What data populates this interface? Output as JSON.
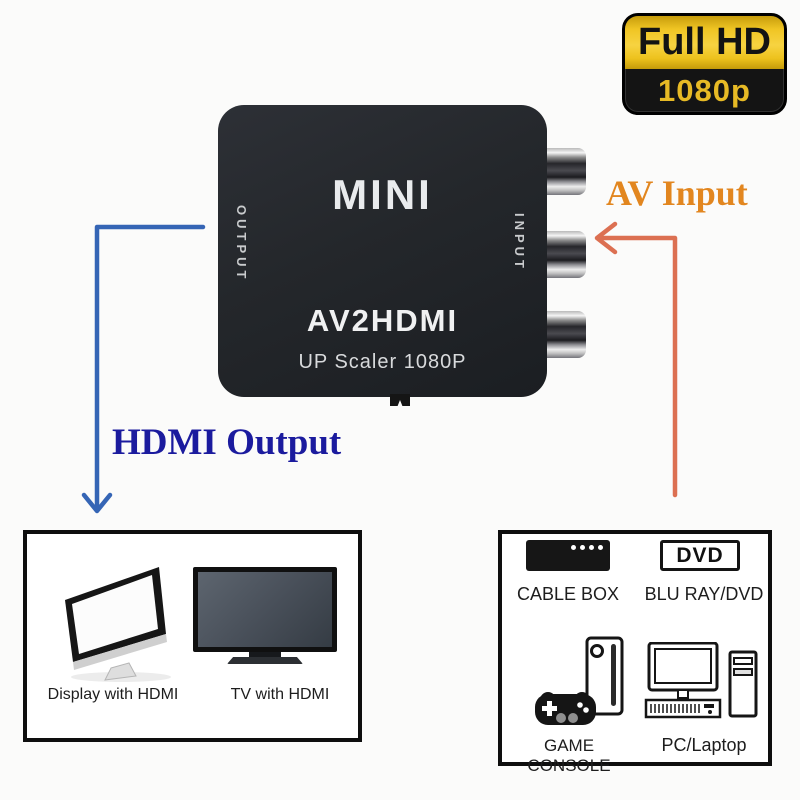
{
  "page": {
    "background": "#fbfbfa"
  },
  "badge": {
    "title": "Full HD",
    "subtitle": "1080p",
    "gold_color": "#f2c62c",
    "black_color": "#141414"
  },
  "device": {
    "logo": "MINI",
    "model": "AV2HDMI",
    "subtitle": "UP Scaler 1080P",
    "output_port_label": "OUTPUT",
    "input_port_label": "INPUT",
    "body_color": "#24272b"
  },
  "annotations": {
    "av_input_label": "AV Input",
    "av_input_color": "#e2861f",
    "av_arrow_color": "#dc7052",
    "hdmi_output_label": "HDMI Output",
    "hdmi_output_color": "#1b1b9e",
    "hdmi_arrow_color": "#3565b5"
  },
  "hdmi_devices_panel": {
    "items": [
      {
        "icon": "imac-monitor-icon",
        "label": "Display with HDMI"
      },
      {
        "icon": "tv-icon",
        "label": "TV with HDMI"
      }
    ]
  },
  "av_sources_panel": {
    "items": [
      {
        "icon": "cable-box-icon",
        "label": "CABLE BOX"
      },
      {
        "icon": "dvd-player-icon",
        "label": "BLU RAY/DVD",
        "icon_text": "DVD"
      },
      {
        "icon": "game-console-icon",
        "label": "GAME CONSOLE"
      },
      {
        "icon": "pc-icon",
        "label": "PC/Laptop"
      }
    ]
  }
}
